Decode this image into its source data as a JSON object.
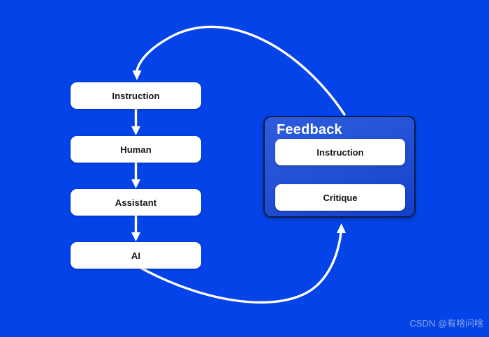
{
  "flow": {
    "boxes": [
      {
        "label": "Instruction"
      },
      {
        "label": "Human"
      },
      {
        "label": "Assistant"
      },
      {
        "label": "AI"
      }
    ]
  },
  "feedback": {
    "title": "Feedback",
    "boxes": [
      {
        "label": "Instruction"
      },
      {
        "label": "Critique"
      }
    ]
  },
  "arrows": [
    {
      "name": "instruction-to-human",
      "from": "Instruction",
      "to": "Human"
    },
    {
      "name": "human-to-assistant",
      "from": "Human",
      "to": "Assistant"
    },
    {
      "name": "assistant-to-ai",
      "from": "Assistant",
      "to": "AI"
    },
    {
      "name": "critique-to-instruction",
      "from": "Critique",
      "to": "Instruction"
    },
    {
      "name": "feedback-to-instruction-loop",
      "from": "Feedback",
      "to": "Instruction"
    },
    {
      "name": "ai-to-feedback-loop",
      "from": "AI",
      "to": "Feedback"
    }
  ],
  "watermark": "CSDN @有啥问啥",
  "colors": {
    "background": "#0343e7",
    "node_fill": "#ffffff",
    "node_text": "#141414",
    "feedback_fill_top": "#2f5cdd",
    "feedback_fill_bottom": "#1440c9",
    "feedback_border": "#0b1e4c",
    "feedback_title_text": "#ffffff",
    "arrow": "#ffffff",
    "watermark_text": "#8fa6e0"
  }
}
